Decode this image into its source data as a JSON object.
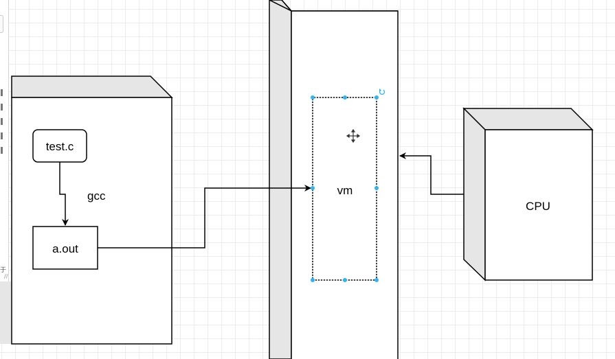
{
  "diagram": {
    "nodes": {
      "source": "test.c",
      "binary": "a.out",
      "vm": "vm",
      "cpu": "CPU"
    },
    "edge_labels": {
      "compile": "gcc"
    }
  },
  "colors": {
    "line": "#000000",
    "cube_side": "#e6e6e6",
    "selection_handle": "#29b6f2"
  },
  "icons": [
    "move-cursor-icon",
    "rotate-handle-icon"
  ]
}
